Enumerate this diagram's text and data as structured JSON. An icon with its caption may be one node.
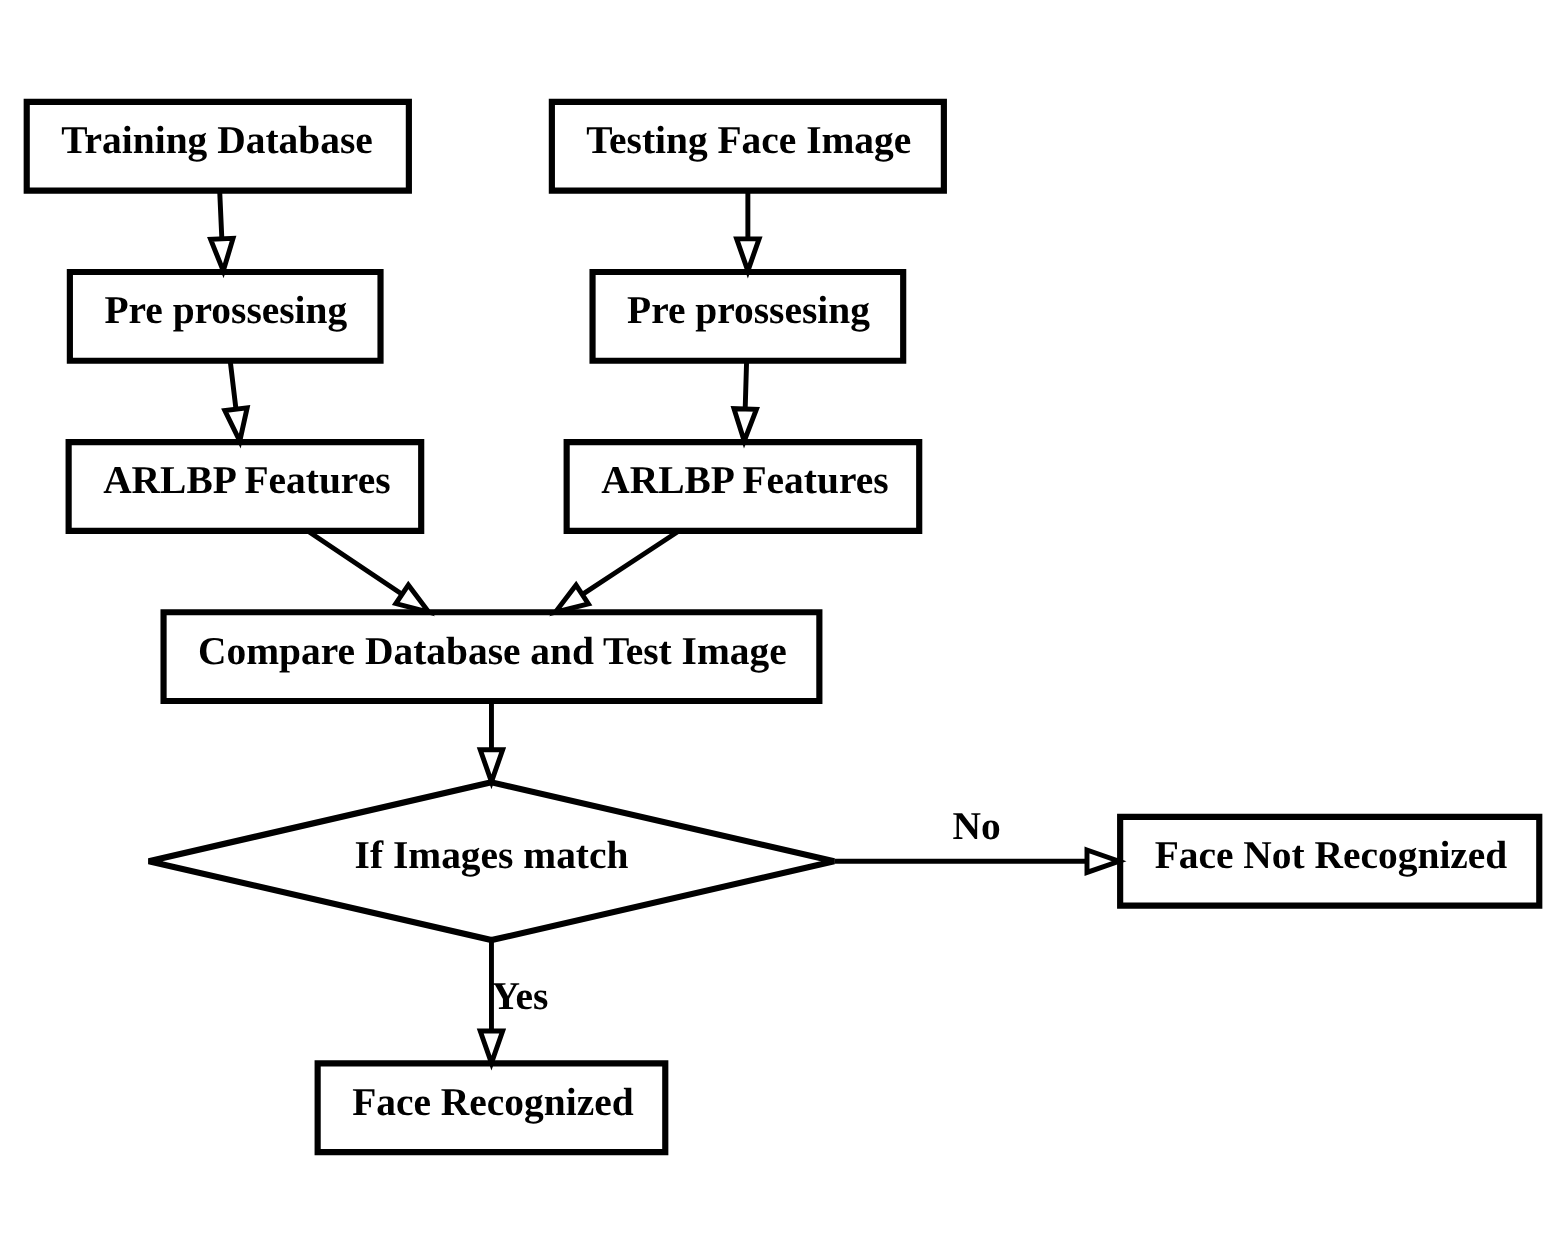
{
  "diagram": {
    "nodes": [
      {
        "text": [
          "Training Database"
        ]
      },
      {
        "text": [
          "Pre prossesing"
        ]
      },
      {
        "text": [
          "ARLBP Features"
        ]
      },
      {
        "text": [
          "Testing Face Image"
        ]
      },
      {
        "text": [
          "Pre prossesing"
        ]
      },
      {
        "text": [
          "ARLBP Features"
        ]
      },
      {
        "text": [
          "Compare Database and Test Image"
        ]
      },
      {
        "text": [
          "If Images match"
        ]
      },
      {
        "text": [
          "Face Not Recognized"
        ]
      },
      {
        "text": [
          "Face Recognized"
        ]
      }
    ],
    "edges": [
      {
        "from": 0,
        "to": 1,
        "arrow": "to"
      },
      {
        "from": 1,
        "to": 2,
        "arrow": "to"
      },
      {
        "from": 3,
        "to": 4,
        "arrow": "to"
      },
      {
        "from": 4,
        "to": 5,
        "arrow": "to"
      },
      {
        "from": 2,
        "to": 6,
        "arrow": "to"
      },
      {
        "from": 5,
        "to": 6,
        "arrow": "to"
      },
      {
        "from": 6,
        "to": 7,
        "arrow": "to"
      },
      {
        "from": 7,
        "to": 8,
        "label": "No",
        "arrow": "to"
      },
      {
        "from": 7,
        "to": 9,
        "label": "Yes",
        "arrow": "to"
      }
    ]
  }
}
